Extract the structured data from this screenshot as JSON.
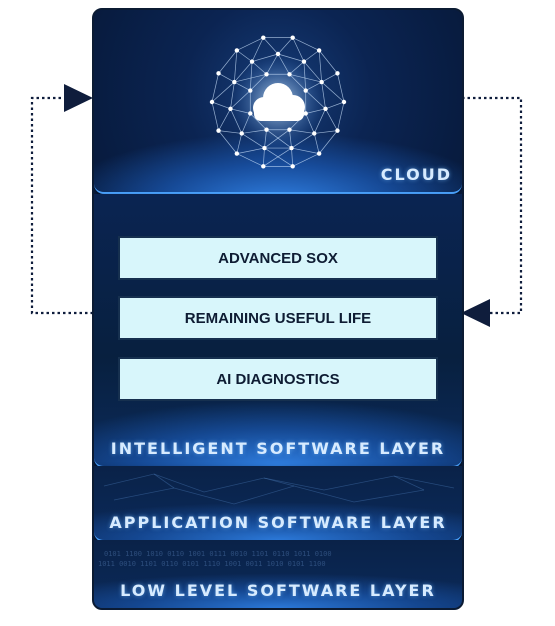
{
  "layers": {
    "cloud": {
      "label": "CLOUD"
    },
    "intelligent": {
      "label": "INTELLIGENT SOFTWARE LAYER",
      "modules": [
        "ADVANCED SOX",
        "REMAINING USEFUL LIFE",
        "AI DIAGNOSTICS"
      ]
    },
    "application": {
      "label": "APPLICATION SOFTWARE LAYER"
    },
    "low_level": {
      "label": "LOW LEVEL SOFTWARE LAYER"
    }
  },
  "icons": [
    "cloud-icon",
    "network-mesh-icon",
    "arrow-left-icon"
  ],
  "colors": {
    "stack_bg": "#0a1f45",
    "glow": "#2f7ee0",
    "label_text": "#d7ebff",
    "module_fill": "#d8f6fb",
    "arrow": "#0f1d3c"
  }
}
